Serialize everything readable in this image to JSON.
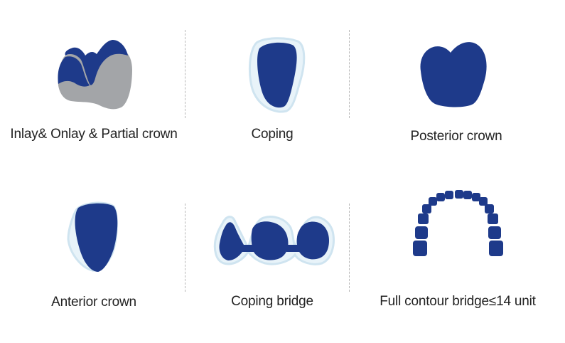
{
  "colors": {
    "tooth_blue": "#1e3a8a",
    "tooth_gray": "#a3a5a8",
    "outline_light": "#cfe4f0",
    "text": "#222222",
    "divider": "#b7b7b7"
  },
  "items": [
    {
      "label": "Inlay& Onlay & Partial crown",
      "icon": "inlay-onlay-partial-crown-icon"
    },
    {
      "label": "Coping",
      "icon": "coping-icon"
    },
    {
      "label": "Posterior crown",
      "icon": "posterior-crown-icon"
    },
    {
      "label": "Anterior crown",
      "icon": "anterior-crown-icon"
    },
    {
      "label": "Coping bridge",
      "icon": "coping-bridge-icon"
    },
    {
      "label": "Full contour bridge≤14 unit",
      "icon": "full-contour-bridge-icon"
    }
  ]
}
